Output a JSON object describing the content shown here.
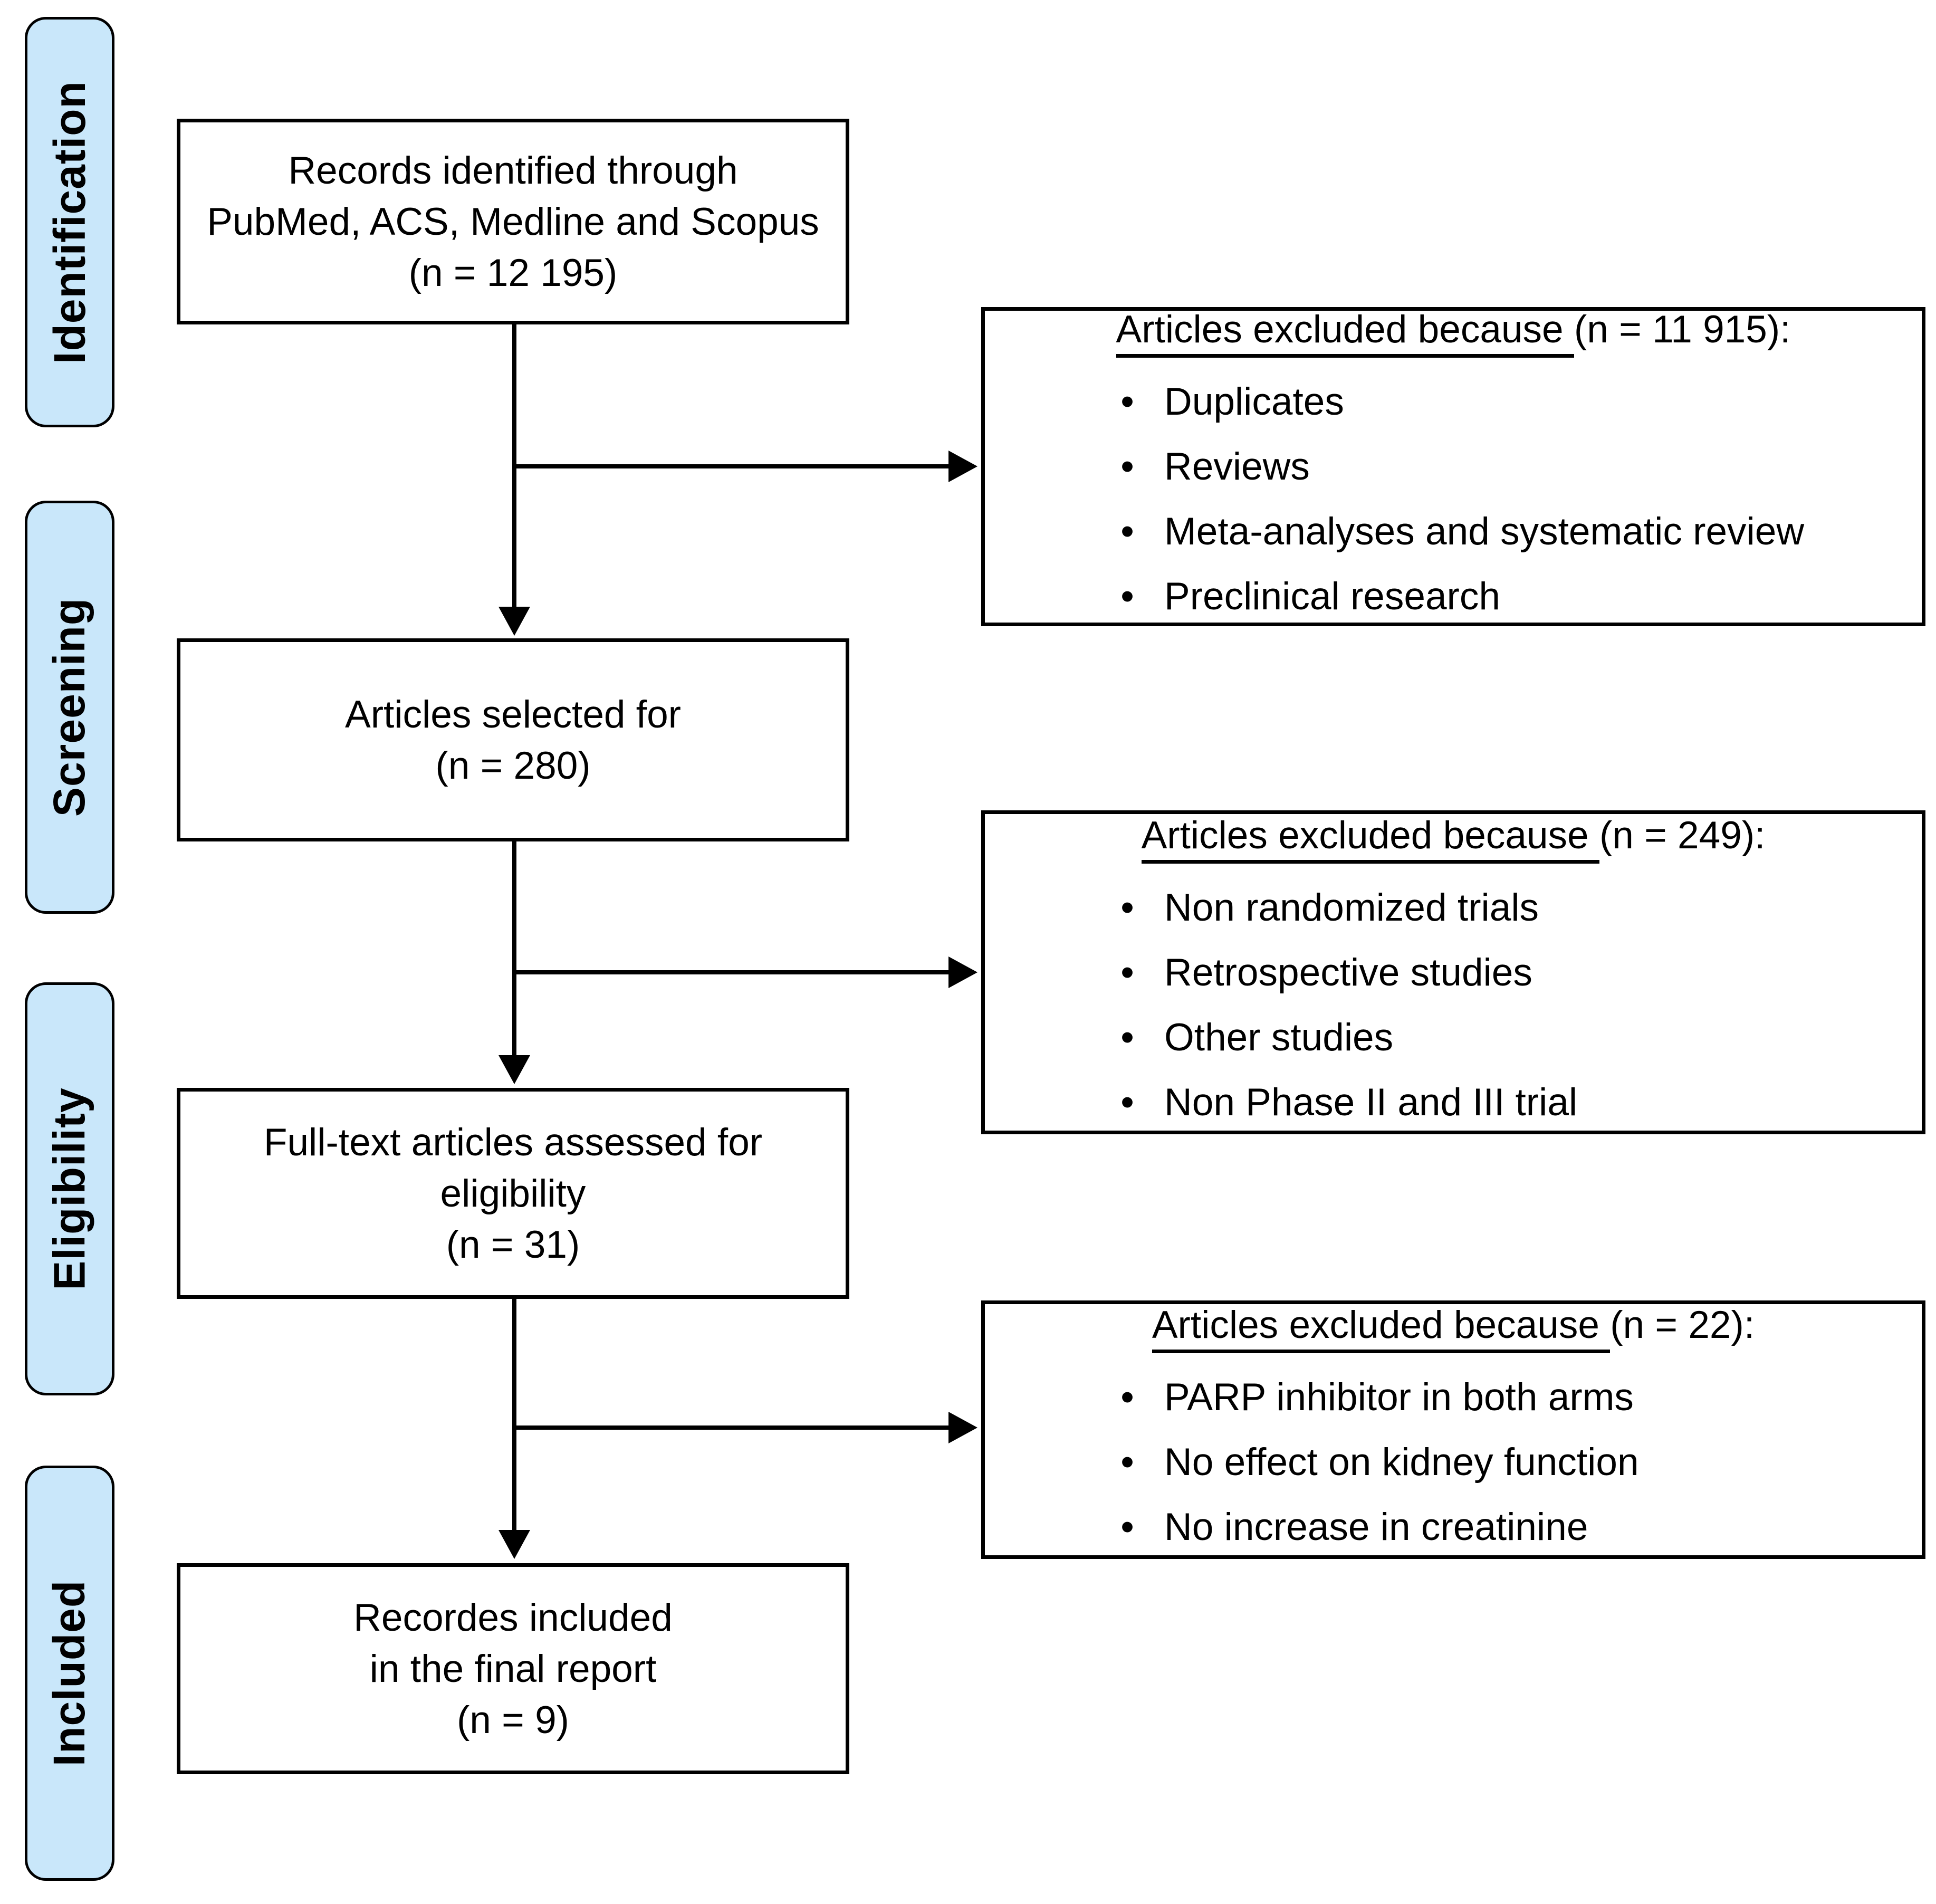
{
  "diagram": {
    "stages": [
      {
        "label": "Identification"
      },
      {
        "label": "Screening"
      },
      {
        "label": "Eligibility"
      },
      {
        "label": "Included"
      }
    ],
    "flow_boxes": [
      {
        "lines": [
          "Records identified through",
          "PubMed, ACS, Medline and Scopus",
          "(n = 12 195)"
        ]
      },
      {
        "lines": [
          "Articles selected for",
          "(n = 280)"
        ]
      },
      {
        "lines": [
          "Full-text articles assessed for",
          "eligibility",
          "(n = 31)"
        ]
      },
      {
        "lines": [
          "Recordes included",
          "in the final report",
          "(n = 9)"
        ]
      }
    ],
    "exclusion_boxes": [
      {
        "heading_underlined": "Articles excluded because ",
        "heading_rest": "(n = 11 915):",
        "bullets": [
          "Duplicates",
          "Reviews",
          "Meta-analyses and systematic review",
          "Preclinical research"
        ]
      },
      {
        "heading_underlined": "Articles excluded because ",
        "heading_rest": "(n = 249):",
        "bullets": [
          "Non randomized trials",
          "Retrospective studies",
          "Other studies",
          "Non Phase II and III trial"
        ]
      },
      {
        "heading_underlined": "Articles excluded because ",
        "heading_rest": "(n = 22):",
        "bullets": [
          "PARP inhibitor in both arms",
          "No effect on kidney function",
          "No increase in creatinine"
        ]
      }
    ],
    "glyphs": {
      "bullet": "•"
    },
    "colors": {
      "stage_fill": "#C9E7FA",
      "line": "#000000",
      "background": "#FFFFFF"
    }
  }
}
